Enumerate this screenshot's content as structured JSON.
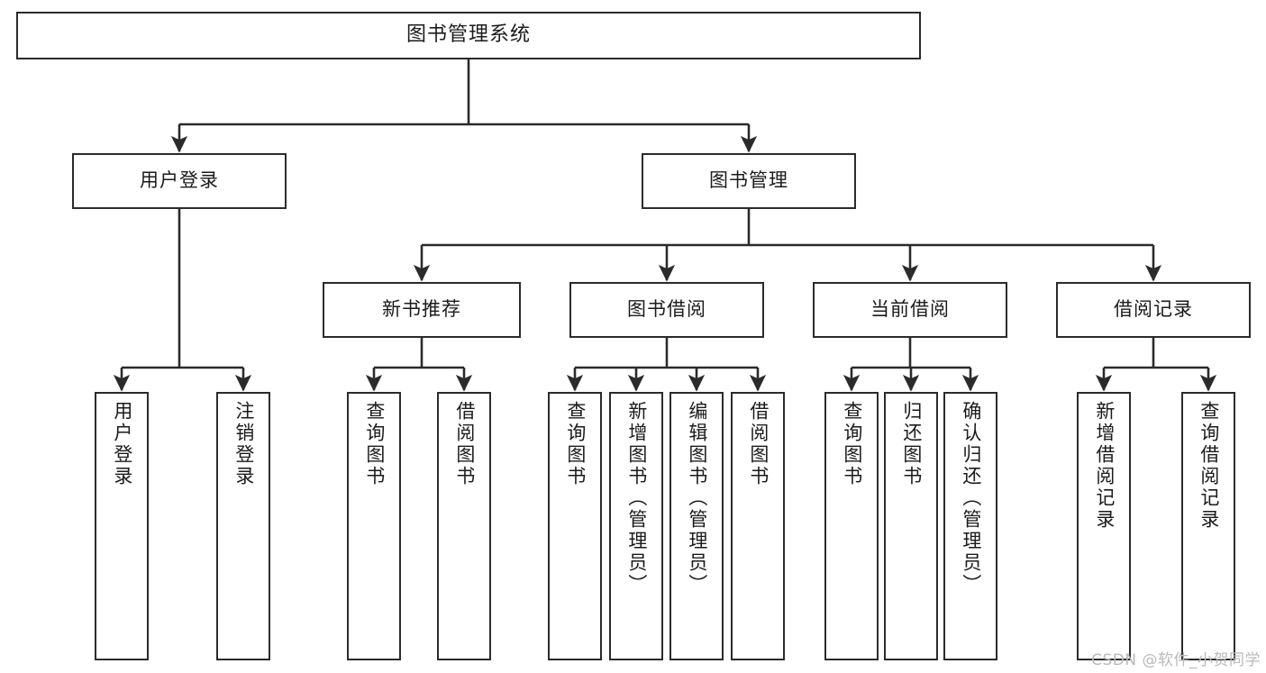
{
  "diagram": {
    "title": "图书管理系统",
    "type": "hierarchy-tree",
    "watermark": "CSDN @软件_小贺同学",
    "colors": {
      "box_border": "#2b2b2b",
      "box_fill": "#ffffff",
      "connector": "#2b2b2b",
      "text": "#1b1b1b",
      "watermark": "#b9b9b9"
    }
  },
  "nodes": {
    "root": {
      "label": "图书管理系统"
    },
    "level1": [
      {
        "label": "用户登录"
      },
      {
        "label": "图书管理"
      }
    ],
    "level2": [
      {
        "label": "新书推荐"
      },
      {
        "label": "图书借阅"
      },
      {
        "label": "当前借阅"
      },
      {
        "label": "借阅记录"
      }
    ],
    "leaves": {
      "user_login": [
        {
          "label": "用户登录"
        },
        {
          "label": "注销登录"
        }
      ],
      "new_book_recommend": [
        {
          "label": "查询图书"
        },
        {
          "label": "借阅图书"
        }
      ],
      "book_borrow": [
        {
          "label": "查询图书"
        },
        {
          "label": "新增图书（管理员）"
        },
        {
          "label": "编辑图书（管理员）"
        },
        {
          "label": "借阅图书"
        }
      ],
      "current_borrow": [
        {
          "label": "查询图书"
        },
        {
          "label": "归还图书"
        },
        {
          "label": "确认归还（管理员）"
        }
      ],
      "borrow_record": [
        {
          "label": "新增借阅记录"
        },
        {
          "label": "查询借阅记录"
        }
      ]
    }
  },
  "chart_data": {
    "type": "table",
    "title": "图书管理系统",
    "tree": [
      {
        "name": "图书管理系统",
        "children": [
          {
            "name": "用户登录",
            "children": [
              {
                "name": "用户登录"
              },
              {
                "name": "注销登录"
              }
            ]
          },
          {
            "name": "图书管理",
            "children": [
              {
                "name": "新书推荐",
                "children": [
                  {
                    "name": "查询图书"
                  },
                  {
                    "name": "借阅图书"
                  }
                ]
              },
              {
                "name": "图书借阅",
                "children": [
                  {
                    "name": "查询图书"
                  },
                  {
                    "name": "新增图书（管理员）"
                  },
                  {
                    "name": "编辑图书（管理员）"
                  },
                  {
                    "name": "借阅图书"
                  }
                ]
              },
              {
                "name": "当前借阅",
                "children": [
                  {
                    "name": "查询图书"
                  },
                  {
                    "name": "归还图书"
                  },
                  {
                    "name": "确认归还（管理员）"
                  }
                ]
              },
              {
                "name": "借阅记录",
                "children": [
                  {
                    "name": "新增借阅记录"
                  },
                  {
                    "name": "查询借阅记录"
                  }
                ]
              }
            ]
          }
        ]
      }
    ]
  }
}
